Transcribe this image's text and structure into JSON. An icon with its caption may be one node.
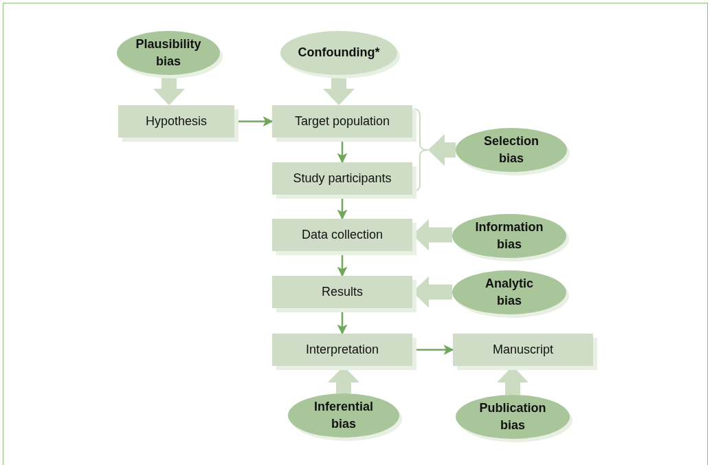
{
  "diagram": {
    "nodes": [
      {
        "text": [
          "Plausibility bias"
        ]
      },
      {
        "text": [
          "Confounding*"
        ]
      },
      {
        "text": [
          "Hypothesis"
        ]
      },
      {
        "text": [
          "Target population"
        ]
      },
      {
        "text": [
          "Study participants"
        ]
      },
      {
        "text": [
          "Selection bias"
        ]
      },
      {
        "text": [
          "Data collection"
        ]
      },
      {
        "text": [
          "Information bias"
        ]
      },
      {
        "text": [
          "Results"
        ]
      },
      {
        "text": [
          "Analytic bias"
        ]
      },
      {
        "text": [
          "Interpretation"
        ]
      },
      {
        "text": [
          "Manuscript"
        ]
      },
      {
        "text": [
          "Inferential bias"
        ]
      },
      {
        "text": [
          "Publication bias"
        ]
      }
    ],
    "edges": [
      {
        "from": 0,
        "to": 2,
        "arrow": "to",
        "style": "thick",
        "color": "#ccdcc3"
      },
      {
        "from": 1,
        "to": 3,
        "arrow": "to",
        "style": "thick",
        "color": "#ccdcc3"
      },
      {
        "from": 2,
        "to": 3,
        "arrow": "to"
      },
      {
        "from": 3,
        "to": 4,
        "arrow": "to"
      },
      {
        "from": 5,
        "to": 3,
        "arrow": "to",
        "style": "thick",
        "color": "#ccdcc3"
      },
      {
        "from": 5,
        "to": 4,
        "arrow": "to",
        "style": "thick",
        "color": "#ccdcc3"
      },
      {
        "from": 4,
        "to": 6,
        "arrow": "to"
      },
      {
        "from": 7,
        "to": 6,
        "arrow": "to",
        "style": "thick",
        "color": "#ccdcc3"
      },
      {
        "from": 6,
        "to": 8,
        "arrow": "to"
      },
      {
        "from": 9,
        "to": 8,
        "arrow": "to",
        "style": "thick",
        "color": "#ccdcc3"
      },
      {
        "from": 8,
        "to": 10,
        "arrow": "to"
      },
      {
        "from": 10,
        "to": 11,
        "arrow": "to"
      },
      {
        "from": 12,
        "to": 10,
        "arrow": "to",
        "style": "thick",
        "color": "#ccdcc3"
      },
      {
        "from": 13,
        "to": 11,
        "arrow": "to",
        "style": "thick",
        "color": "#ccdcc3"
      }
    ]
  }
}
